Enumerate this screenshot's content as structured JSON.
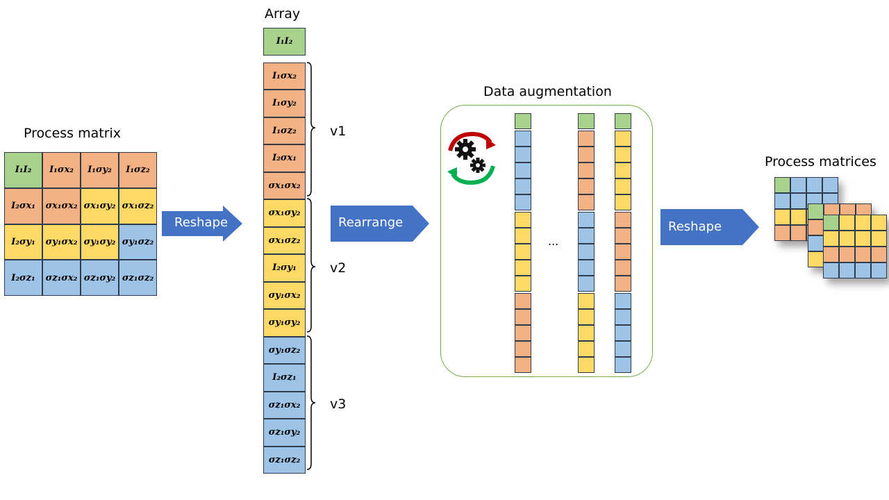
{
  "labels": {
    "array": "Array",
    "process_matrix": "Process matrix",
    "data_augmentation": "Data augmentation",
    "process_matrices": "Process matrices",
    "v1": "v1",
    "v2": "v2",
    "v3": "v3",
    "ellipsis": "..."
  },
  "arrows": {
    "reshape_1": "Reshape",
    "rearrange": "Rearrange",
    "reshape_2": "Reshape"
  },
  "colors": {
    "green": "#a9d18e",
    "orange": "#f4b183",
    "yellow": "#ffd966",
    "blue": "#9dc3e6",
    "arrow": "#4472c4",
    "box_border": "#70ad47"
  },
  "matrix": [
    [
      {
        "t": "I₁I₂",
        "c": "g"
      },
      {
        "t": "I₁σx₂",
        "c": "o"
      },
      {
        "t": "I₁σy₂",
        "c": "o"
      },
      {
        "t": "I₁σz₂",
        "c": "o"
      }
    ],
    [
      {
        "t": "I₂σx₁",
        "c": "o"
      },
      {
        "t": "σx₁σx₂",
        "c": "o"
      },
      {
        "t": "σx₁σy₂",
        "c": "y"
      },
      {
        "t": "σx₁σz₂",
        "c": "y"
      }
    ],
    [
      {
        "t": "I₂σy₁",
        "c": "y"
      },
      {
        "t": "σy₁σx₂",
        "c": "y"
      },
      {
        "t": "σy₁σy₂",
        "c": "y"
      },
      {
        "t": "σy₁σz₂",
        "c": "b"
      }
    ],
    [
      {
        "t": "I₂σz₁",
        "c": "b"
      },
      {
        "t": "σz₁σx₂",
        "c": "b"
      },
      {
        "t": "σz₁σy₂",
        "c": "b"
      },
      {
        "t": "σz₁σz₂",
        "c": "b"
      }
    ]
  ],
  "array": [
    {
      "t": "I₁I₂",
      "c": "g"
    },
    {
      "t": "I₁σx₂",
      "c": "o"
    },
    {
      "t": "I₁σy₂",
      "c": "o"
    },
    {
      "t": "I₁σz₂",
      "c": "o"
    },
    {
      "t": "I₂σx₁",
      "c": "o"
    },
    {
      "t": "σx₁σx₂",
      "c": "o"
    },
    {
      "t": "σx₁σy₂",
      "c": "y"
    },
    {
      "t": "σx₁σz₂",
      "c": "y"
    },
    {
      "t": "I₂σy₁",
      "c": "y"
    },
    {
      "t": "σy₁σx₂",
      "c": "y"
    },
    {
      "t": "σy₁σy₂",
      "c": "y"
    },
    {
      "t": "σy₁σz₂",
      "c": "b"
    },
    {
      "t": "I₂σz₁",
      "c": "b"
    },
    {
      "t": "σz₁σx₂",
      "c": "b"
    },
    {
      "t": "σz₁σy₂",
      "c": "b"
    },
    {
      "t": "σz₁σz₂",
      "c": "b"
    }
  ],
  "augmented_columns": [
    [
      "g",
      "b",
      "b",
      "b",
      "b",
      "b",
      "y",
      "y",
      "y",
      "y",
      "y",
      "o",
      "o",
      "o",
      "o",
      "o"
    ],
    [
      "g",
      "o",
      "o",
      "o",
      "o",
      "o",
      "b",
      "b",
      "b",
      "b",
      "b",
      "y",
      "y",
      "y",
      "y",
      "y"
    ],
    [
      "g",
      "y",
      "y",
      "y",
      "y",
      "y",
      "o",
      "o",
      "o",
      "o",
      "o",
      "b",
      "b",
      "b",
      "b",
      "b"
    ]
  ],
  "stacked_matrices": [
    [
      [
        "g",
        "b",
        "b",
        "b"
      ],
      [
        "b",
        "b",
        "b",
        "b"
      ],
      [
        "y",
        "y",
        "y",
        "y"
      ],
      [
        "o",
        "o",
        "o",
        "o"
      ]
    ],
    [
      [
        "g",
        "o",
        "o",
        "o"
      ],
      [
        "o",
        "o",
        "o",
        "o"
      ],
      [
        "b",
        "b",
        "b",
        "b"
      ],
      [
        "y",
        "y",
        "y",
        "y"
      ]
    ],
    [
      [
        "g",
        "y",
        "y",
        "y"
      ],
      [
        "y",
        "y",
        "y",
        "y"
      ],
      [
        "o",
        "o",
        "o",
        "o"
      ],
      [
        "b",
        "b",
        "b",
        "b"
      ]
    ]
  ]
}
